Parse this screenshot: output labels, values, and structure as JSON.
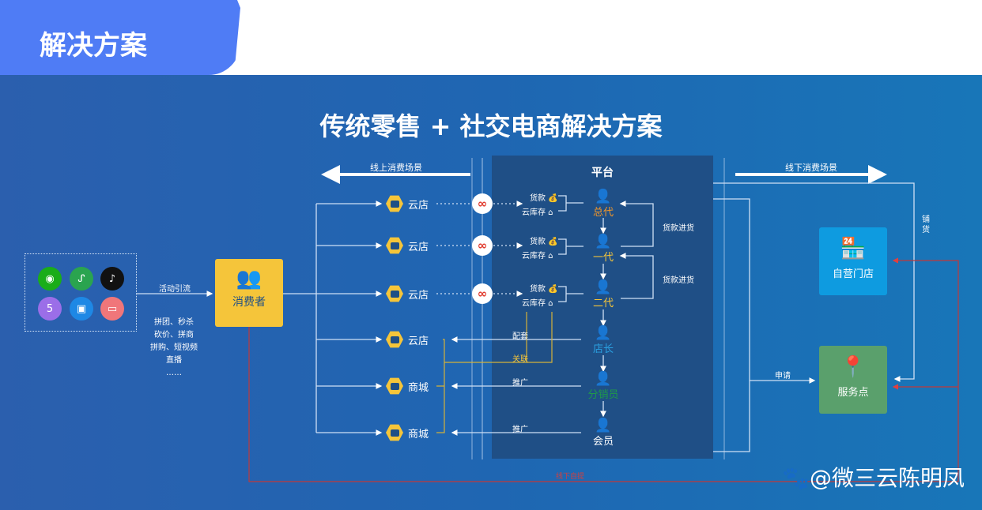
{
  "header": {
    "title": "解决方案"
  },
  "main": {
    "title": "传统零售 + 社交电商解决方案",
    "online_label": "线上消费场景",
    "offline_label": "线下消费场景",
    "platform_label": "平台",
    "channels": [
      {
        "icon": "wechat-icon",
        "color": "#1aad19"
      },
      {
        "icon": "mini-program-icon",
        "color": "#2aa44f"
      },
      {
        "icon": "douyin-icon",
        "color": "#111111"
      },
      {
        "icon": "html5-icon",
        "color": "#9b6ee8"
      },
      {
        "icon": "app-icon",
        "color": "#1e88e5"
      },
      {
        "icon": "store-icon",
        "color": "#f0767a"
      }
    ],
    "activity_label": "活动引流",
    "activity_types": [
      "拼团、秒杀",
      "砍价、拼商",
      "拼购、短视频",
      "直播",
      "……"
    ],
    "consumer": "消费者",
    "stores": [
      "云店",
      "云店",
      "云店",
      "云店",
      "商城",
      "商城"
    ],
    "funds": [
      {
        "payment": "货款",
        "stock": "云库存"
      },
      {
        "payment": "货款",
        "stock": "云库存"
      },
      {
        "payment": "货款",
        "stock": "云库存"
      }
    ],
    "roles": [
      {
        "label": "总代",
        "color": "#f0962a"
      },
      {
        "label": "一代",
        "color": "#f5c53a"
      },
      {
        "label": "二代",
        "color": "#f5c53a"
      },
      {
        "label": "店长",
        "color": "#2aa0e0"
      },
      {
        "label": "分销员",
        "color": "#1f9a4a"
      },
      {
        "label": "会员",
        "color": "#ffffff"
      }
    ],
    "restock_labels": [
      "货款进货",
      "货款进货"
    ],
    "match_label": "配套",
    "relate_label": "关联",
    "promote_labels": [
      "推广",
      "推广"
    ],
    "distribute_label": "铺货",
    "self_store": "自营门店",
    "apply_label": "申请",
    "service_point": "服务点",
    "pickup_label": "线下自提",
    "colors": {
      "self_store": "#0e9be0",
      "service_point": "#5aa06c",
      "consumer": "#f5c53a",
      "pickup_line": "#c0393b",
      "relate_line": "#d4b23a"
    }
  },
  "watermark": "@微三云陈明凤"
}
